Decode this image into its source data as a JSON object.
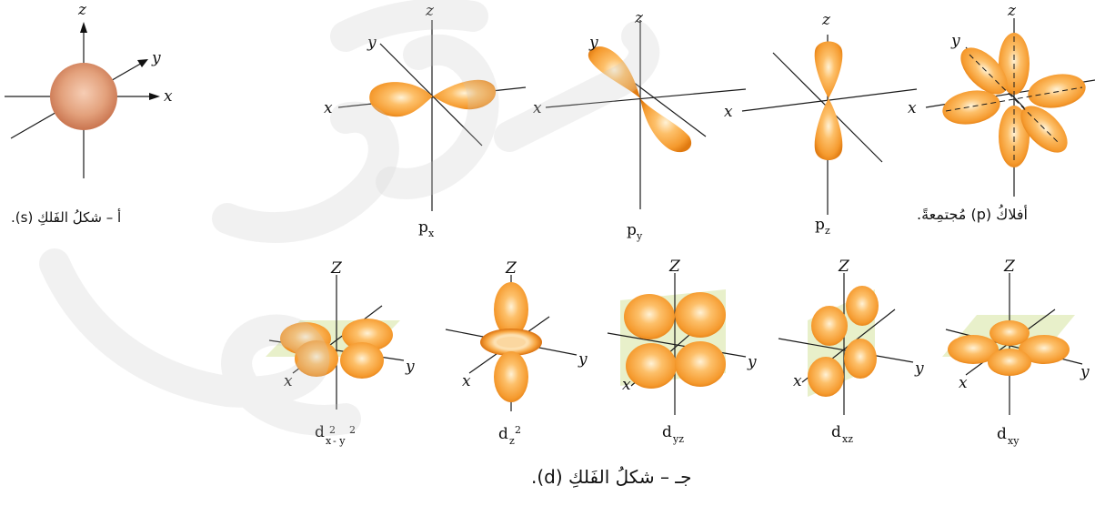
{
  "axis_labels": {
    "x": "x",
    "y": "y",
    "z": "z",
    "Z": "Z"
  },
  "orbitals": {
    "s": {
      "caption": "أ – شكلُ الفَلكِ (s)."
    },
    "p": [
      {
        "main": "p",
        "sub": "x"
      },
      {
        "main": "p",
        "sub": "y"
      },
      {
        "main": "p",
        "sub": "z"
      }
    ],
    "p_combined_caption": "أفلاكُ (p) مُجتمِعةً.",
    "d": [
      {
        "main": "d",
        "sub": "x",
        "sup1": "2",
        "mid": "- y",
        "sup2": "2"
      },
      {
        "main": "d",
        "sub": "z",
        "sup1": "2"
      },
      {
        "main": "d",
        "sub": "yz"
      },
      {
        "main": "d",
        "sub": "xz"
      },
      {
        "main": "d",
        "sub": "xy"
      }
    ],
    "d_caption": "جـ – شكلُ الفَلكِ (d)."
  },
  "colors": {
    "lobe_light": "#fde3b0",
    "lobe_mid": "#f9a23c",
    "lobe_dark": "#e07a10",
    "s_sphere_light": "#f1b89a",
    "s_sphere_dark": "#c9744f",
    "plane": "#d9e6a6",
    "watermark": "#c8c8c8"
  }
}
